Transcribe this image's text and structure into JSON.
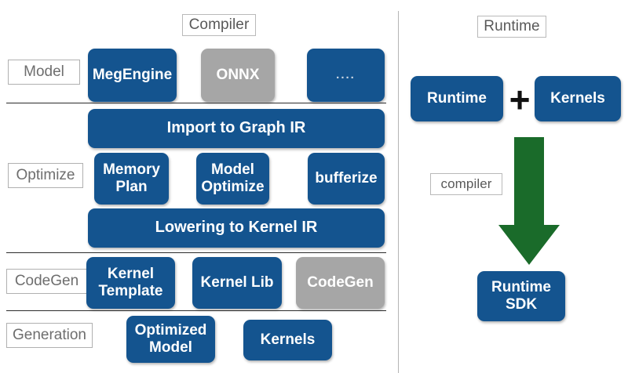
{
  "diagram": {
    "title_chips": [
      {
        "name": "compiler-title",
        "label": "Compiler"
      },
      {
        "name": "runtime-title",
        "label": "Runtime"
      }
    ],
    "colors": {
      "blue": "#14548F",
      "gray": "#A6A6A6",
      "green": "#1A6B2A",
      "label_text": "#6E6E6E",
      "rule": "#2B2B2B",
      "background": "#FFFFFF"
    }
  },
  "compiler_panel": {
    "title": "Compiler",
    "rows": [
      {
        "label": "Model",
        "nodes": [
          {
            "label": "MegEngine",
            "style": "blue"
          },
          {
            "label": "ONNX",
            "style": "gray"
          },
          {
            "label": "....",
            "style": "blue-dots"
          }
        ]
      },
      {
        "label": "Optimize",
        "bar_top": "Import to Graph IR",
        "nodes": [
          {
            "label": "Memory\nPlan",
            "style": "blue"
          },
          {
            "label": "Model\nOptimize",
            "style": "blue"
          },
          {
            "label": "bufferize",
            "style": "blue"
          }
        ],
        "bar_bottom": "Lowering to Kernel IR"
      },
      {
        "label": "CodeGen",
        "nodes": [
          {
            "label": "Kernel\nTemplate",
            "style": "blue"
          },
          {
            "label": "Kernel Lib",
            "style": "blue"
          },
          {
            "label": "CodeGen",
            "style": "gray"
          }
        ]
      },
      {
        "label": "Generation",
        "nodes": [
          {
            "label": "Optimized\nModel",
            "style": "blue"
          },
          {
            "label": "Kernels",
            "style": "blue"
          }
        ]
      }
    ]
  },
  "runtime_panel": {
    "title": "Runtime",
    "inputs": [
      {
        "label": "Runtime",
        "style": "blue"
      },
      {
        "label": "Kernels",
        "style": "blue"
      }
    ],
    "operator": "+",
    "arrow_label": "compiler",
    "output": {
      "label": "Runtime\nSDK",
      "style": "blue"
    }
  }
}
